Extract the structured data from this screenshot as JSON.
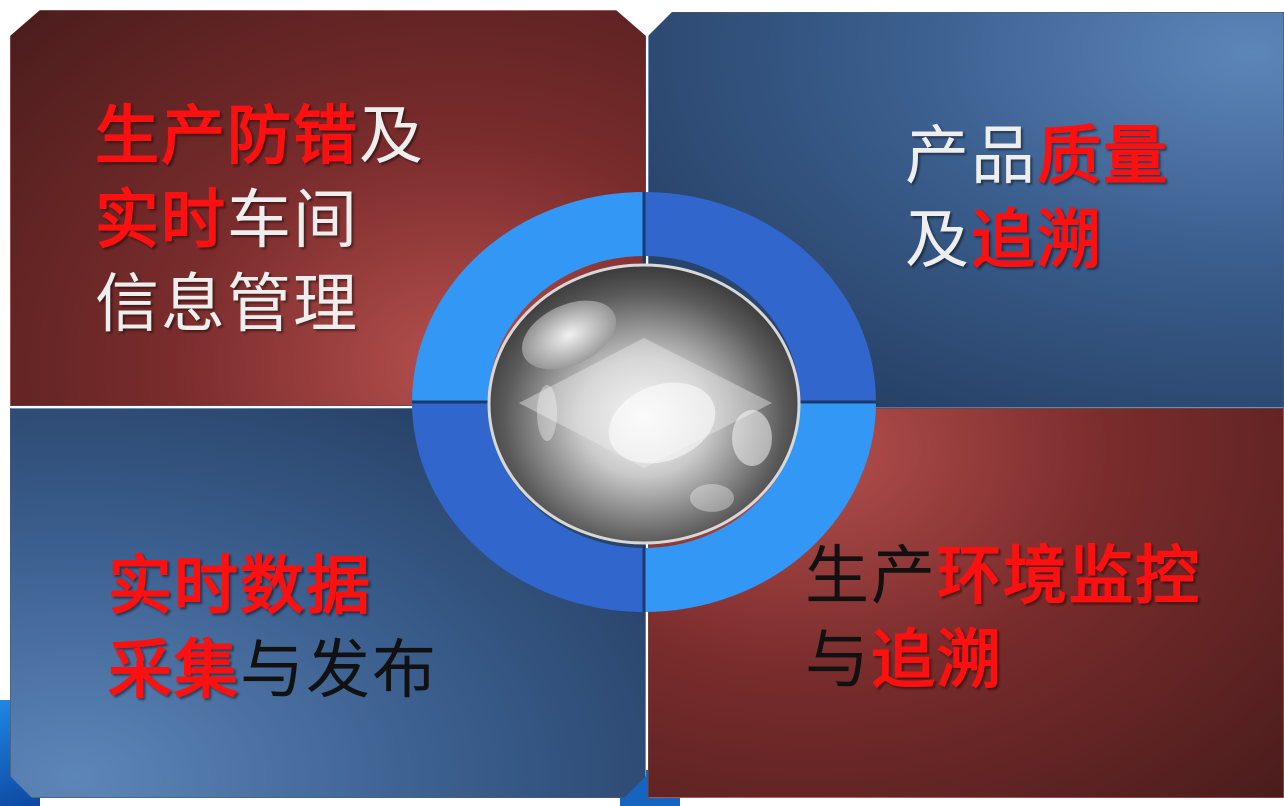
{
  "quadrants": {
    "top_left": {
      "lines": [
        [
          {
            "text": "生产防错",
            "color": "red"
          },
          {
            "text": "及",
            "color": "white"
          }
        ],
        [
          {
            "text": "实时",
            "color": "red"
          },
          {
            "text": "车间",
            "color": "white"
          }
        ],
        [
          {
            "text": "信息管理",
            "color": "white"
          }
        ]
      ]
    },
    "top_right": {
      "lines": [
        [
          {
            "text": "产品",
            "color": "white"
          },
          {
            "text": "质量",
            "color": "red"
          }
        ],
        [
          {
            "text": "及",
            "color": "white"
          },
          {
            "text": "追溯",
            "color": "red"
          }
        ]
      ]
    },
    "bottom_left": {
      "lines": [
        [
          {
            "text": "实时数据",
            "color": "red"
          }
        ],
        [
          {
            "text": "采集",
            "color": "red"
          },
          {
            "text": "与发布",
            "color": "black"
          }
        ]
      ]
    },
    "bottom_right": {
      "lines": [
        [
          {
            "text": "生产",
            "color": "black"
          },
          {
            "text": "环境监控",
            "color": "red"
          }
        ],
        [
          {
            "text": "与",
            "color": "black"
          },
          {
            "text": "追溯",
            "color": "red"
          }
        ]
      ]
    }
  },
  "colors": {
    "accent_red": "#ff1010",
    "ring_light_blue": "#3397f5",
    "ring_dark_blue": "#3166cc",
    "red_panel": "#7a2c2c",
    "blue_panel": "#3b5f8f"
  }
}
